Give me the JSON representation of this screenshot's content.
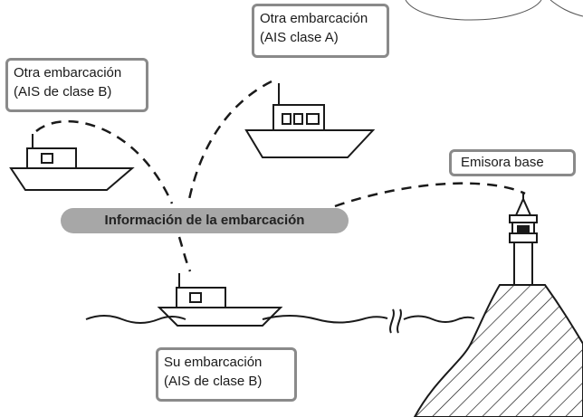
{
  "labels": {
    "vessel_class_a": {
      "line1": "Otra embarcación",
      "line2": "(AIS clase A)"
    },
    "vessel_class_b": {
      "line1": "Otra embarcación",
      "line2": "(AIS de clase B)"
    },
    "base_station": {
      "text": "Emisora base"
    },
    "own_vessel": {
      "line1": "Su embarcación",
      "line2": "(AIS de clase B)"
    },
    "vessel_info": {
      "text": "Información de la embarcación"
    }
  },
  "colors": {
    "outline": "#1a1a1a",
    "callout_border": "#8a8a8a",
    "info_pill": "#a7a7a7"
  },
  "icons": [
    "ship-icon",
    "lighthouse-icon",
    "sea-waves",
    "hatched-cliff",
    "cloud-outline"
  ]
}
